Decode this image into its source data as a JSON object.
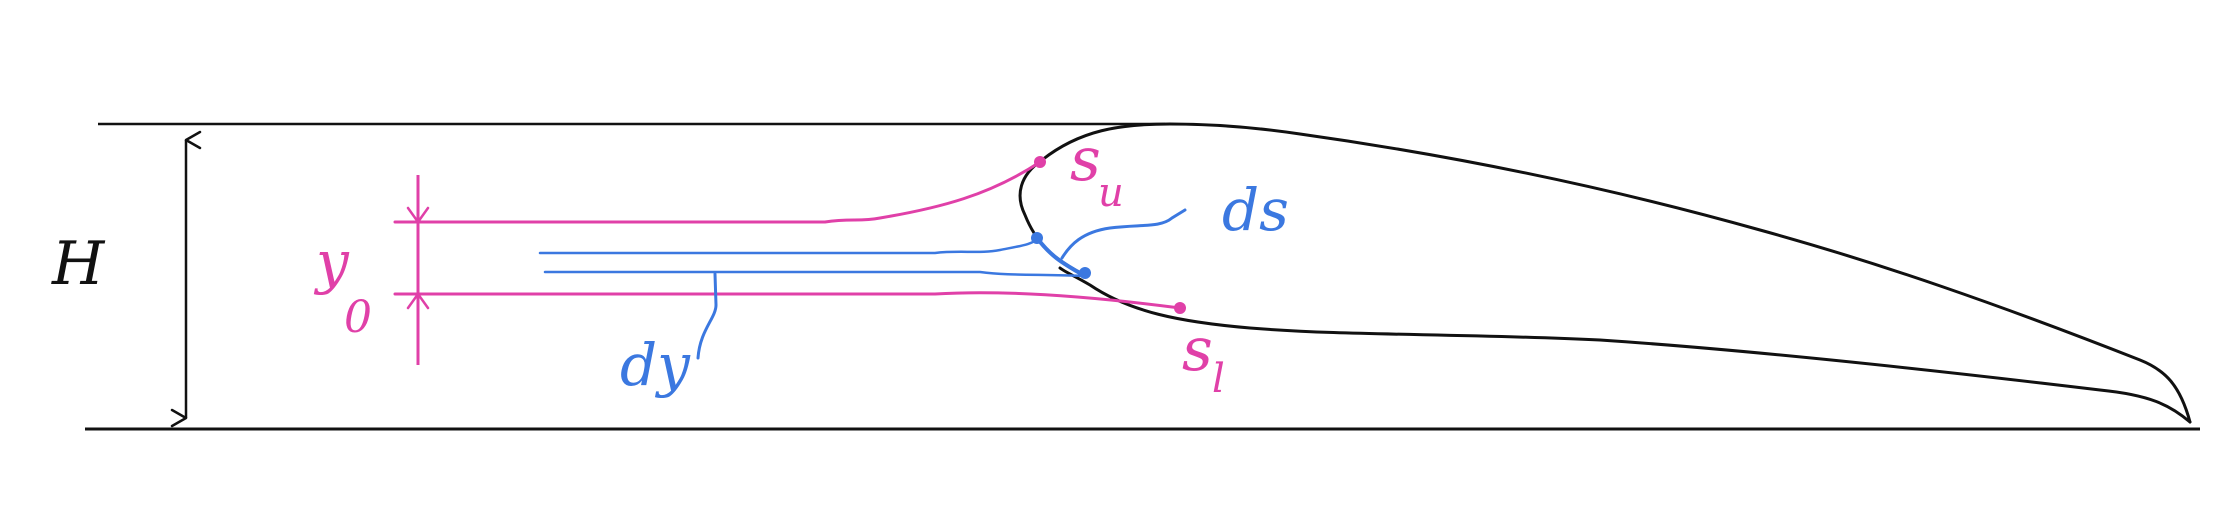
{
  "colors": {
    "black": "#111111",
    "pink": "#e040a8",
    "blue": "#3b78e0"
  },
  "labels": {
    "H": "H",
    "y": "y",
    "y_sub": "0",
    "dy": "dy",
    "ds": "ds",
    "s_upper": "s",
    "s_upper_sub": "u",
    "s_lower": "s",
    "s_lower_sub": "l"
  }
}
